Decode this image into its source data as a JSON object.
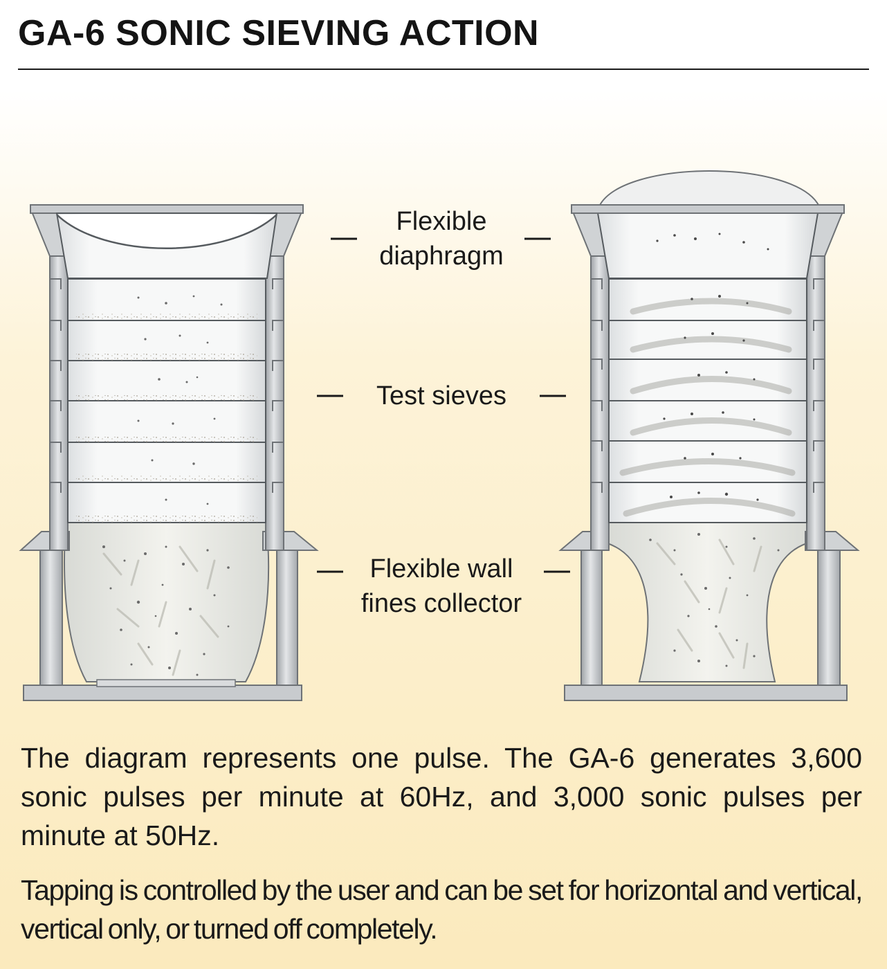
{
  "title": "GA-6 SONIC SIEVING ACTION",
  "labels": {
    "diaphragm": [
      "Flexible",
      "diaphragm"
    ],
    "sieves": "Test sieves",
    "collector": [
      "Flexible wall",
      "fines collector"
    ]
  },
  "description": [
    "The diagram represents one pulse. The GA-6 generates 3,600 sonic pulses per minute at 60Hz, and 3,000 sonic pulses per minute at 50Hz.",
    "Tapping is controlled by the user and can be set for horizontal and vertical, vertical only, or turned off completely."
  ],
  "colors": {
    "frame": "#c8cbce",
    "frame_stroke": "#6e7276",
    "sieve_fill": "#eef0f1",
    "particles": "#555555",
    "background_bottom": "#fbeabd"
  }
}
